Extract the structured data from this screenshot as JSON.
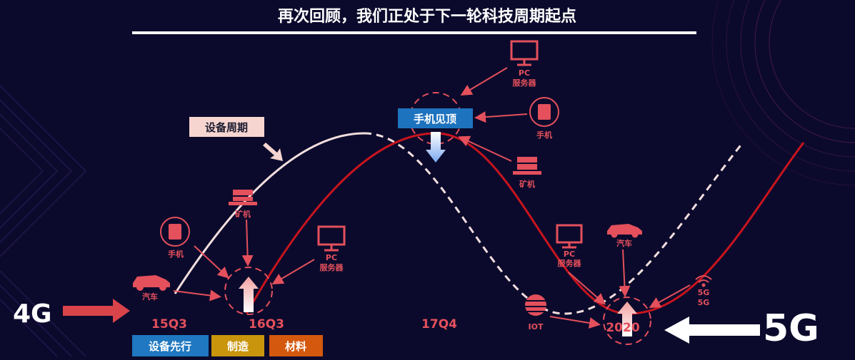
{
  "title": "再次回顾，我们正处于下一轮科技周期起点",
  "callouts": {
    "device_cycle": "设备周期",
    "phone_peak": "手机见顶"
  },
  "timeline": [
    "15Q3",
    "16Q3",
    "17Q4",
    "2020"
  ],
  "legend": [
    {
      "label": "设备先行",
      "color": "#1f78c1"
    },
    {
      "label": "制造",
      "color": "#c9950c"
    },
    {
      "label": "材料",
      "color": "#d4580e"
    }
  ],
  "side_labels": {
    "left": "4G",
    "right": "5G"
  },
  "icon_labels": {
    "pc_top": [
      "PC",
      "服务器"
    ],
    "phone_top": "手机",
    "miner_top": "矿机",
    "miner_left": "矿机",
    "phone_left": "手机",
    "car_left": "汽车",
    "pc_left": [
      "PC",
      "服务器"
    ],
    "iot": "IOT",
    "pc_right": [
      "PC",
      "服务器"
    ],
    "car_right": "汽车",
    "fiveg": [
      "5G",
      "5G"
    ]
  },
  "colors": {
    "background": "#0b0a2c",
    "accent_red": "#e4505c",
    "curve_red": "#c8141e",
    "curve_white": "#f2dede"
  }
}
